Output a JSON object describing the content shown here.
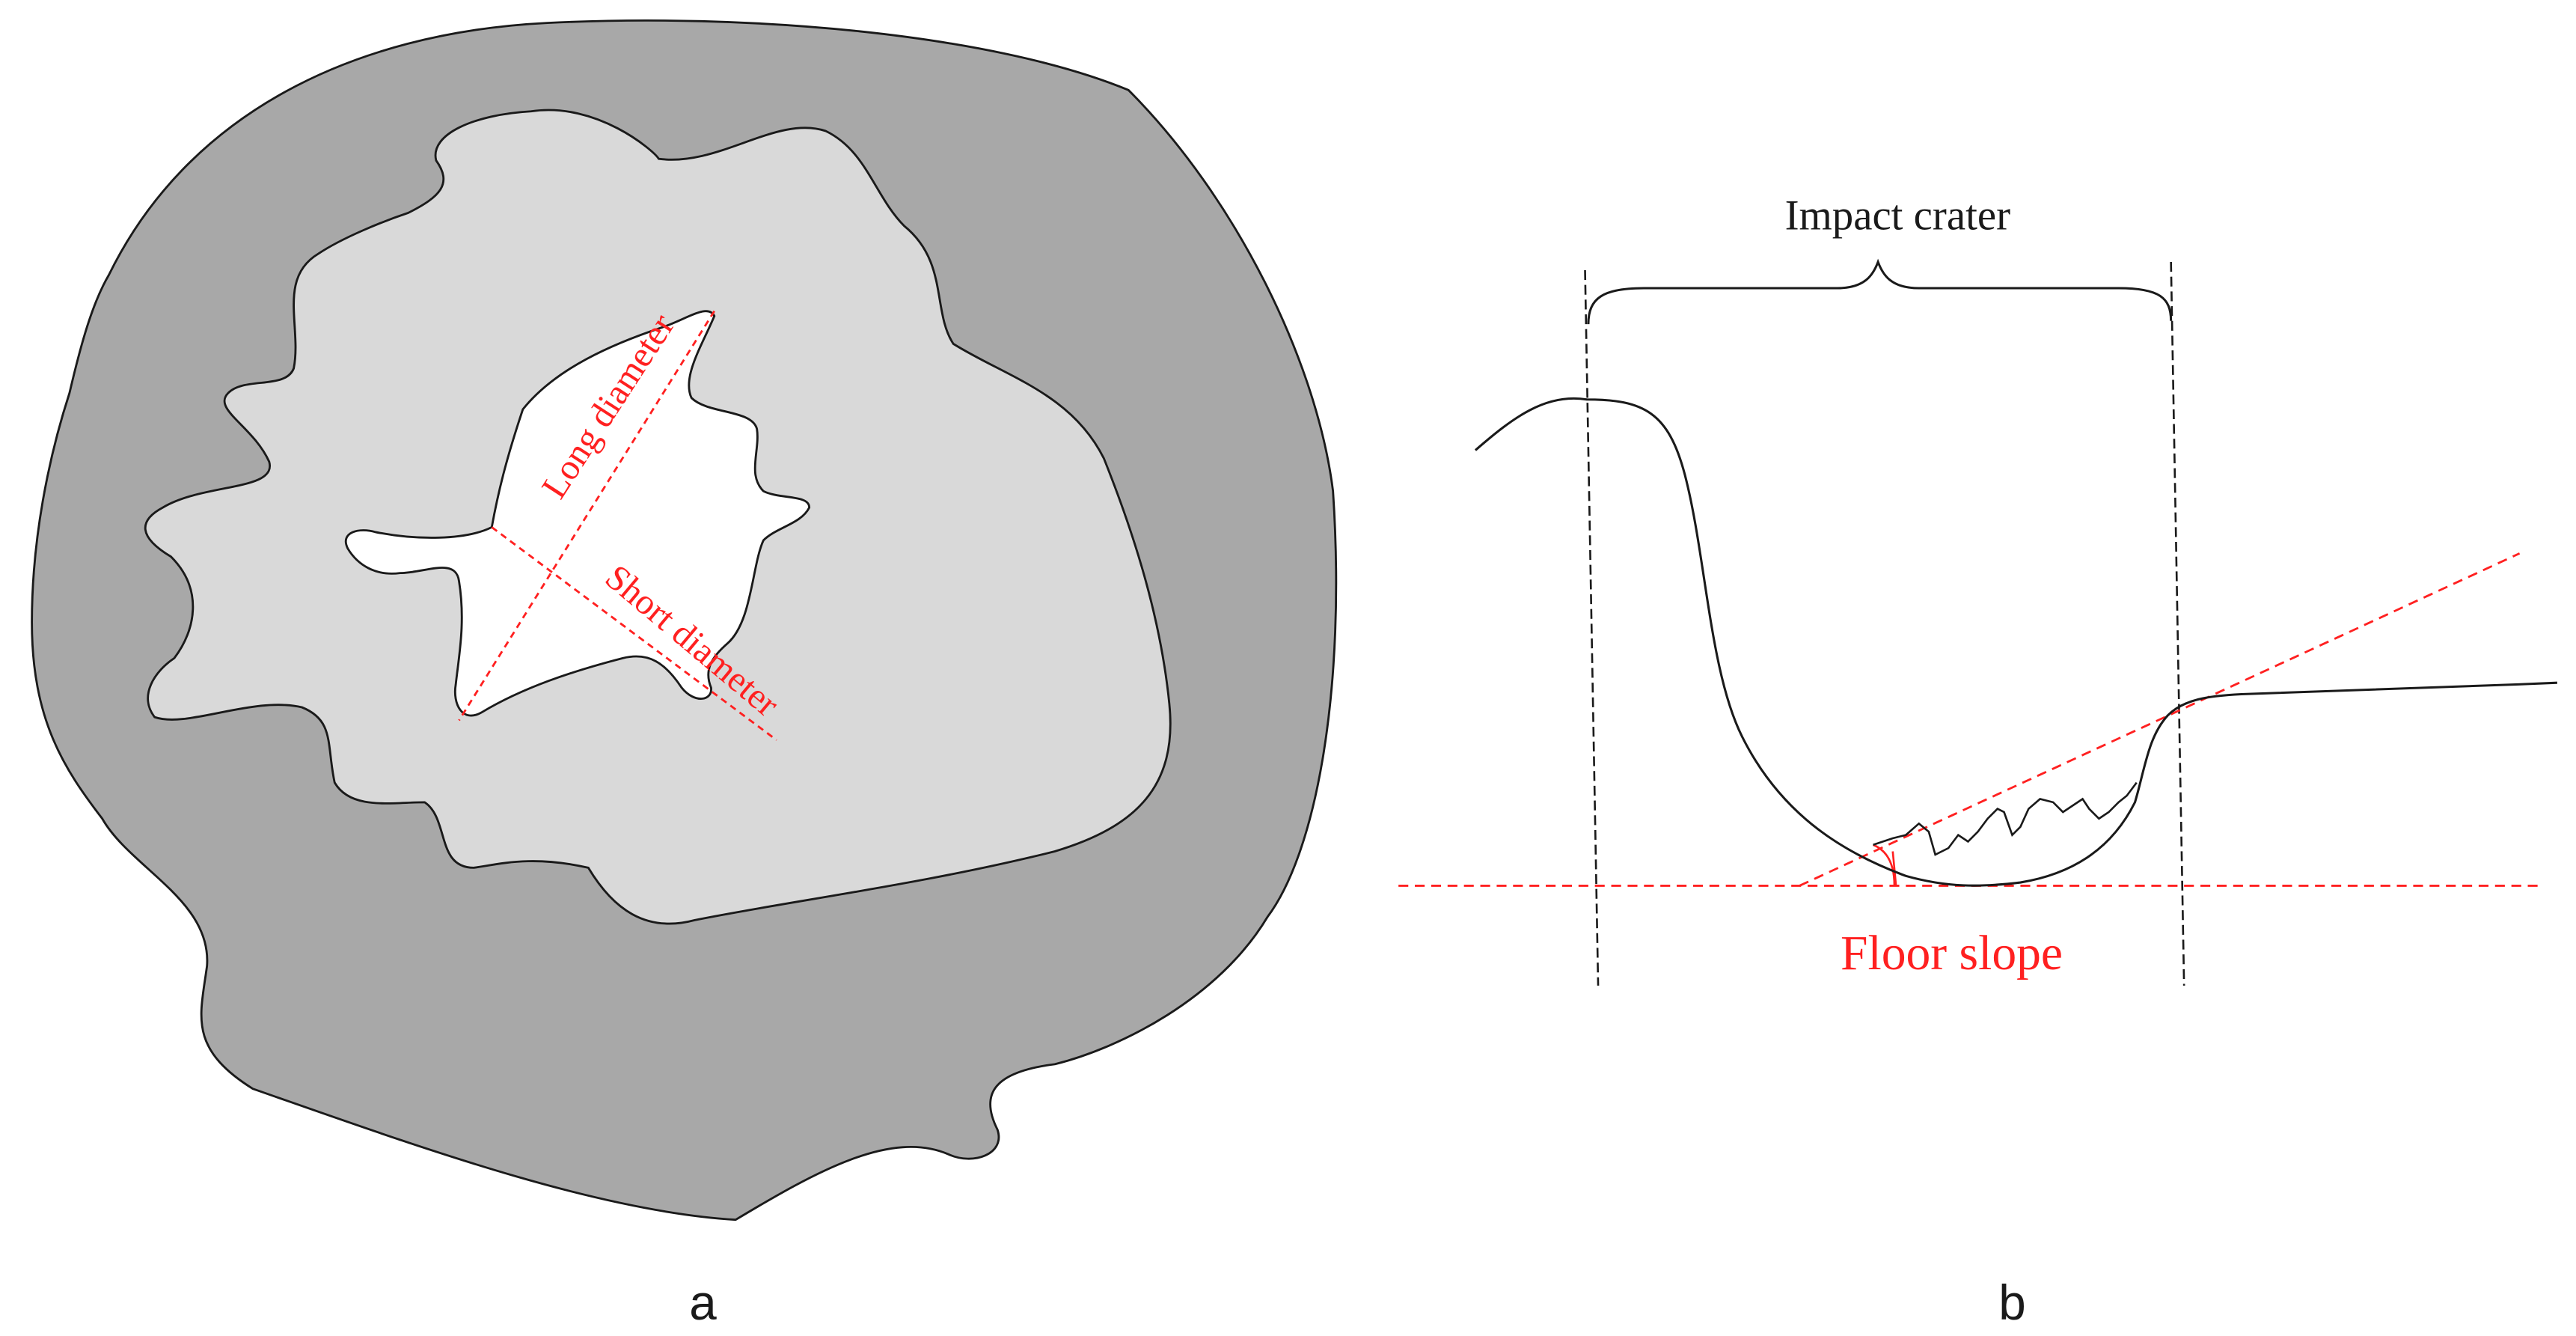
{
  "colors": {
    "outline": "#1a1a1a",
    "outer_rim": "#a8a8a8",
    "inner_floor": "#d9d9d9",
    "central_pit": "#ffffff",
    "annotation_red": "#ff2020",
    "panel_letter": "#1a1a1a"
  },
  "panel_a": {
    "letter": "a",
    "long_diameter_label": "Long diameter",
    "short_diameter_label": "Short  diameter"
  },
  "panel_b": {
    "letter": "b",
    "crater_label": "Impact crater",
    "floor_slope_label": "Floor slope"
  }
}
